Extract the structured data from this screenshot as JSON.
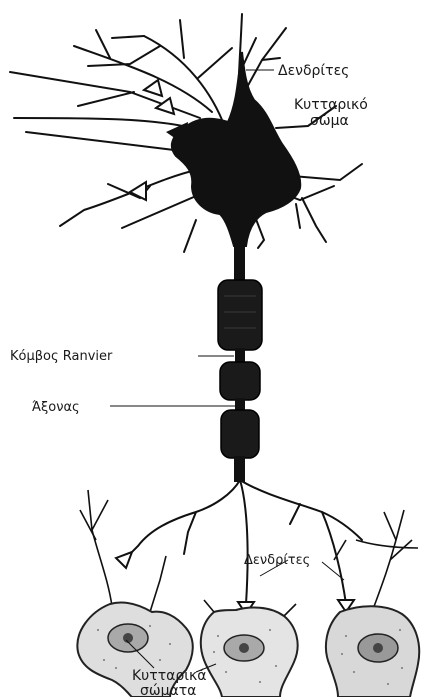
{
  "labels": {
    "dendrites_top": "Δενδρίτες",
    "cell_body_line1": "Κυτταρικό",
    "cell_body_line2": "σώμα",
    "node_of_ranvier": "Κόμβος Ranvier",
    "axon": "Άξονας",
    "dendrites_bottom": "Δενδρίτες",
    "cell_bodies_line1": "Κυτταρικά",
    "cell_bodies_line2": "σώματα"
  },
  "colors": {
    "ink": "#111111",
    "stipple": "#777777",
    "background": "#ffffff"
  }
}
